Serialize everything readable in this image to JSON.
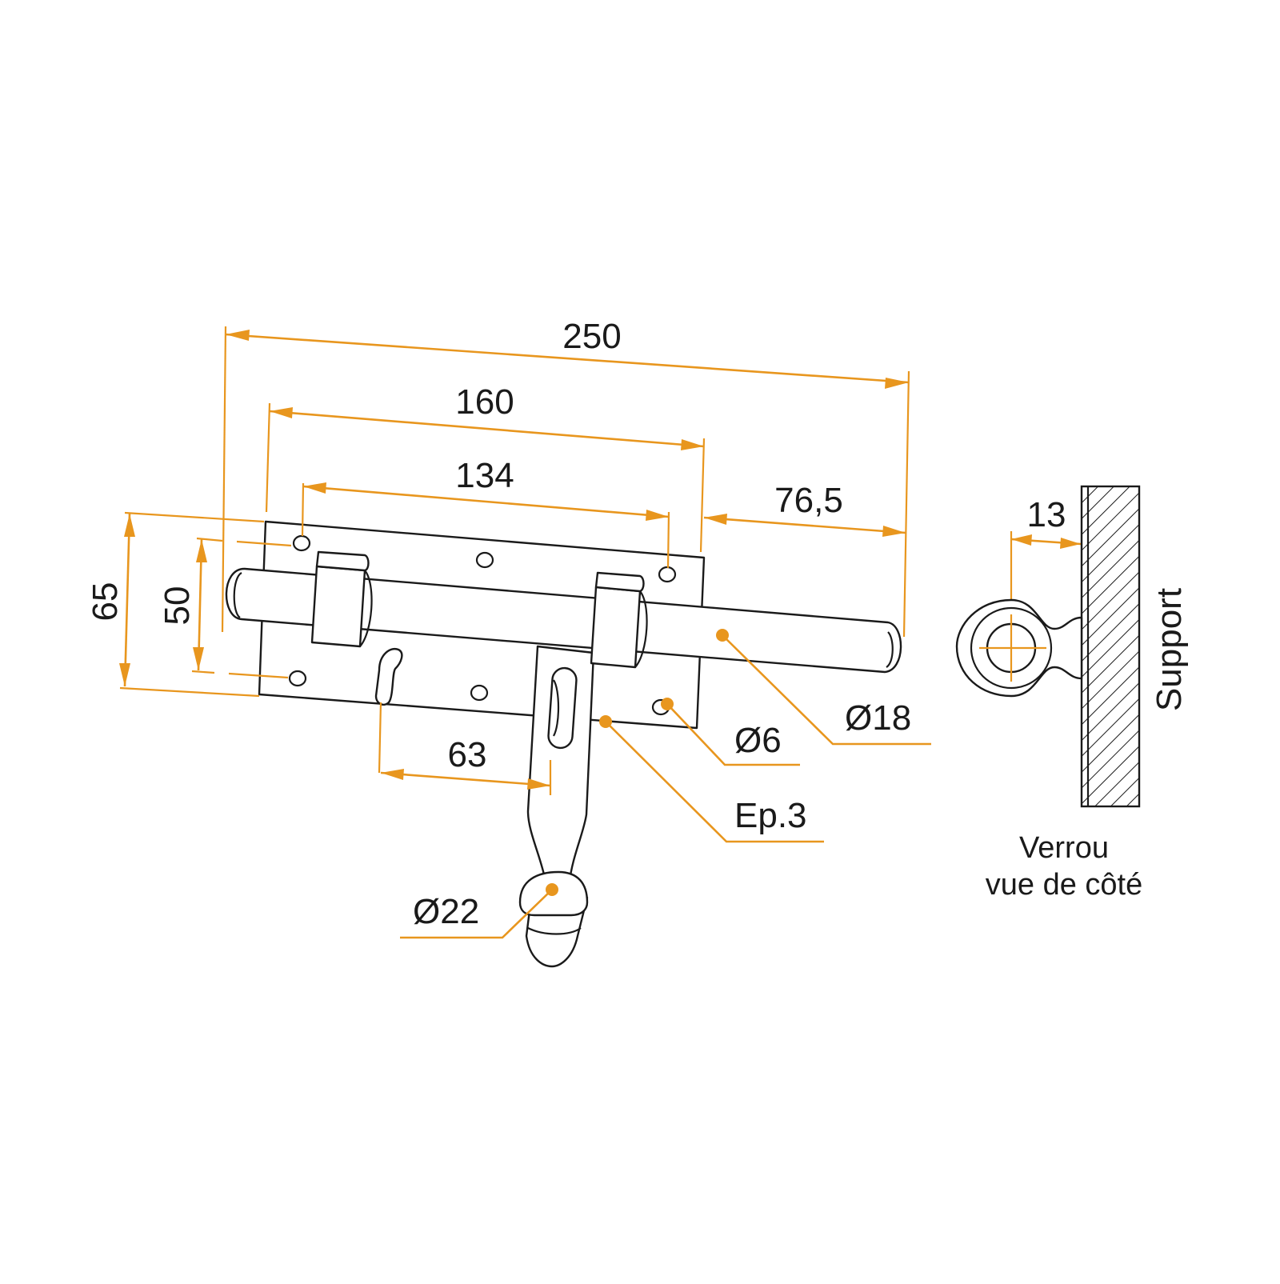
{
  "dimensions": {
    "overall_length": "250",
    "plate_length": "160",
    "hole_spacing": "134",
    "bolt_overhang": "76,5",
    "plate_height": "65",
    "hole_vertical_spacing": "50",
    "handle_offset": "63",
    "side_offset": "13"
  },
  "callouts": {
    "bolt_diameter": "Ø18",
    "hole_diameter": "Ø6",
    "thickness": "Ep.3",
    "knob_diameter": "Ø22"
  },
  "side_view": {
    "support_label": "Support",
    "caption_line1": "Verrou",
    "caption_line2": "vue de côté"
  },
  "colors": {
    "dimension": "#e8961e",
    "outline": "#1a1a1a",
    "background": "#ffffff"
  }
}
